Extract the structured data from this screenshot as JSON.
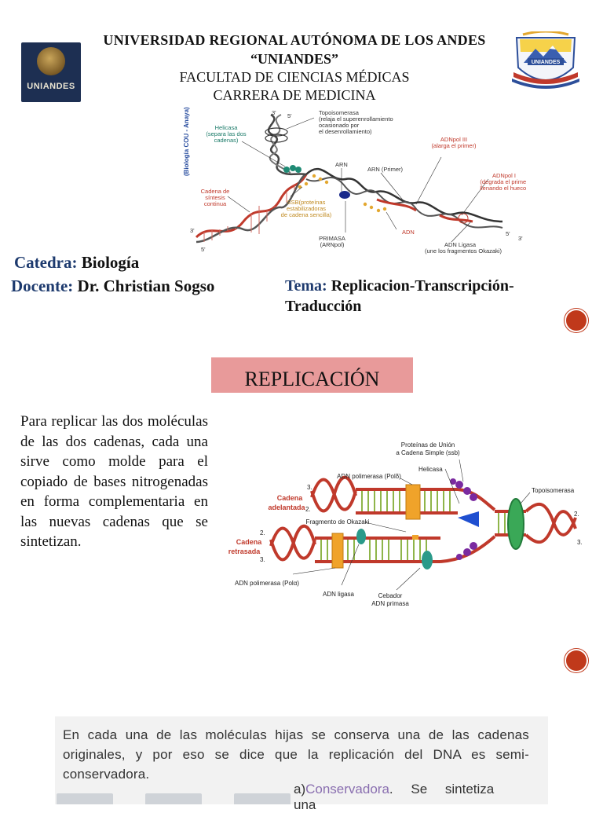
{
  "header": {
    "line1": "UNIVERSIDAD REGIONAL AUTÓNOMA DE LOS ANDES",
    "line2": "“UNIANDES”",
    "line3": "FACULTAD DE CIENCIAS MÉDICAS",
    "line4": "CARRERA DE MEDICINA",
    "logo_left_text": "UNIANDES",
    "logo_right_text": "UNIANDES"
  },
  "top_diagram": {
    "side_label": "(Biología COU - Anaya)",
    "labels": {
      "helicasa": [
        "Helicasa",
        "(separa las dos",
        "cadenas)"
      ],
      "topoisomerasa": [
        "Topoisomerasa",
        "(relaja el superenrollamiento",
        "ocasionado por",
        "el desenrollamiento)"
      ],
      "arn": "ARN",
      "arn_primer": "ARN (Primer)",
      "adnpol3": [
        "ADNpol III",
        "(alarga el primer)"
      ],
      "adnpol1": [
        "ADNpol I",
        "(degrada el primer",
        "llenando el hueco)"
      ],
      "cadena": [
        "Cadena de",
        "síntesis",
        "continua"
      ],
      "ssb": [
        "SSB(proteínas",
        "estabilizadoras",
        "de cadena sencilla)"
      ],
      "primasa": [
        "PRIMASA",
        "(ARNpol)"
      ],
      "adn": "ADN",
      "ligasa": [
        "ADN Ligasa",
        "(une los fragmentos Okazaki)"
      ],
      "end3a": "3'",
      "end5a": "5'",
      "end3b": "3'",
      "end5b": "5'",
      "end5c": "5'",
      "end3c": "3'"
    }
  },
  "info": {
    "catedra_label": "Catedra:",
    "catedra_value": "Biología",
    "docente_label": "Docente:",
    "docente_value": "Dr. Christian Sogso",
    "tema_label": "Tema:",
    "tema_value": "Replicacion-Transcripción-Traducción"
  },
  "section_title": "REPLICACIÓN",
  "paragraph": "Para replicar las dos moléculas de las dos cadenas, cada una sirve como molde para el copiado de bases nitrogenadas en forma complementaria en las nuevas cadenas que se sintetizan.",
  "mid_diagram": {
    "labels": {
      "ssb": [
        "Proteínas de Unión",
        "a Cadena Simple (ssb)"
      ],
      "helicasa": "Helicasa",
      "polD": "ADN polimerasa (Polδ)",
      "topo": "Topoisomerasa",
      "adelantada": [
        "Cadena",
        "adelantada"
      ],
      "okazaki": "Fragmento de Okazaki",
      "retrasada": [
        "Cadena",
        "retrasada"
      ],
      "polA": "ADN polimerasa (Polα)",
      "ligasa": "ADN ligasa",
      "cebador": [
        "Cebador",
        "ADN primasa"
      ],
      "n3a": "3.",
      "n2a": "2.",
      "n2b": "2.",
      "n3b": "3.",
      "n2c": "2.",
      "n3c": "3."
    }
  },
  "bottom": {
    "text": "En cada una de las moléculas hijas se conserva una de las cadenas originales, y por eso se dice que la replicación del DNA es semi-conservadora.",
    "item_prefix": "a)",
    "item_highlight": "Conservadora",
    "item_rest": ". Se sintetiza una"
  },
  "colors": {
    "accent_blue": "#1d3a6e",
    "title_box": "#e89a9a",
    "bullet": "#c0391b"
  }
}
